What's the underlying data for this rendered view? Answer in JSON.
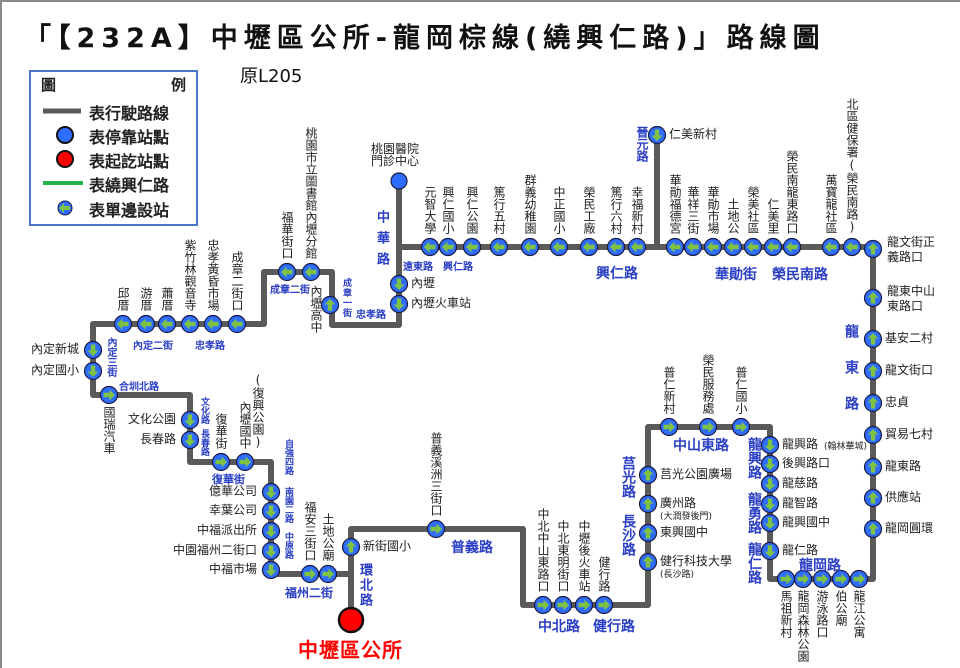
{
  "header": {
    "title": "「【232A】中壢區公所-龍岡棕線(繞興仁路)」路線圖",
    "subtitle": "原L205"
  },
  "legend": {
    "title_left": "圖",
    "title_right": "例",
    "items": [
      {
        "symbol": "gray-line",
        "label": "表行駛路線"
      },
      {
        "symbol": "blue-circle",
        "label": "表停靠站點"
      },
      {
        "symbol": "red-circle",
        "label": "表起訖站點"
      },
      {
        "symbol": "green-line",
        "label": "表繞興仁路"
      },
      {
        "symbol": "arrow-circle",
        "label": "表單邊設站"
      }
    ]
  },
  "colors": {
    "route": "#5a5a5a",
    "stop": "#2f6dff",
    "arrow": "#7dc242",
    "start": "#ff0000",
    "street": "#2b3fc4",
    "legend_border": "#4a74c8",
    "detour": "#22b14c"
  },
  "start": {
    "name": "中壢區公所"
  },
  "stops": [
    {
      "name": "新街國小"
    },
    {
      "name": "普義溪洲三街口"
    },
    {
      "name": "中北中山東路口"
    },
    {
      "name": "中北東明街口"
    },
    {
      "name": "中壢後火車站"
    },
    {
      "name": "健行路"
    },
    {
      "name": "健行科技大學",
      "sub": "(長沙路)"
    },
    {
      "name": "東興國中"
    },
    {
      "name": "廣州路",
      "sub": "(大潤發後門)"
    },
    {
      "name": "莒光公園廣場"
    },
    {
      "name": "普仁新村"
    },
    {
      "name": "榮民服務處"
    },
    {
      "name": "普仁國小"
    },
    {
      "name": "龍興路",
      "sub": "(翰林華城)"
    },
    {
      "name": "後興路口"
    },
    {
      "name": "龍慈路"
    },
    {
      "name": "龍智路"
    },
    {
      "name": "龍興國中"
    },
    {
      "name": "龍仁路"
    },
    {
      "name": "馬祖新村"
    },
    {
      "name": "龍岡森林公園"
    },
    {
      "name": "游泳路口"
    },
    {
      "name": "伯公廟"
    },
    {
      "name": "龍江公寓"
    },
    {
      "name": "龍岡圓環"
    },
    {
      "name": "供應站"
    },
    {
      "name": "龍東路"
    },
    {
      "name": "貿易七村"
    },
    {
      "name": "忠貞"
    },
    {
      "name": "龍文街口"
    },
    {
      "name": "基安二村"
    },
    {
      "name": "龍東中山東路口"
    },
    {
      "name": "龍文街正義路口"
    },
    {
      "name": "北區健保署(榮民南路)"
    },
    {
      "name": "萬寶龍社區"
    },
    {
      "name": "榮民南龍東路口"
    },
    {
      "name": "仁美里"
    },
    {
      "name": "榮美社區"
    },
    {
      "name": "土地公"
    },
    {
      "name": "華勛市場"
    },
    {
      "name": "華祥三街"
    },
    {
      "name": "華勛福德宮"
    },
    {
      "name": "仁美新村"
    },
    {
      "name": "幸福新村"
    },
    {
      "name": "篤行六村"
    },
    {
      "name": "榮民工廠"
    },
    {
      "name": "中正國小"
    },
    {
      "name": "群義幼稚園"
    },
    {
      "name": "篤行五村"
    },
    {
      "name": "興仁公園"
    },
    {
      "name": "興仁國小"
    },
    {
      "name": "元智大學"
    },
    {
      "name": "桃園醫院門診中心"
    },
    {
      "name": "內壢"
    },
    {
      "name": "內壢火車站"
    },
    {
      "name": "內壢高中"
    },
    {
      "name": "桃園市立圖書館內壢分館"
    },
    {
      "name": "福華街口"
    },
    {
      "name": "成章二街口"
    },
    {
      "name": "忠孝黃昏市場"
    },
    {
      "name": "紫竹林觀音寺"
    },
    {
      "name": "蕭厝"
    },
    {
      "name": "游厝"
    },
    {
      "name": "邱厝"
    },
    {
      "name": "內定新城"
    },
    {
      "name": "內定國小"
    },
    {
      "name": "國瑞汽車"
    },
    {
      "name": "文化公園"
    },
    {
      "name": "長春路"
    },
    {
      "name": "復華街"
    },
    {
      "name": "內壢國中",
      "sub": "(復興公園)"
    },
    {
      "name": "億華公司"
    },
    {
      "name": "幸葉公司"
    },
    {
      "name": "中福派出所"
    },
    {
      "name": "中園福州二街口"
    },
    {
      "name": "中福市場"
    },
    {
      "name": "福安三街口"
    },
    {
      "name": "土地公廟"
    }
  ],
  "streets": [
    "中華路",
    "遠東路",
    "興仁路",
    "興仁路",
    "晉元路",
    "華勛街",
    "榮民南路",
    "龍東路",
    "成章二街",
    "成章一街",
    "忠孝路",
    "內定二街",
    "忠孝路",
    "內定三街",
    "合圳北路",
    "文化路",
    "長春路",
    "復華街",
    "自強四路",
    "南園二路",
    "中原路",
    "福州二街",
    "環北路",
    "普義路",
    "中北路",
    "健行路",
    "莒光路",
    "長沙路",
    "中山東路",
    "龍興路",
    "龍勇路",
    "龍仁路",
    "龍岡路"
  ]
}
